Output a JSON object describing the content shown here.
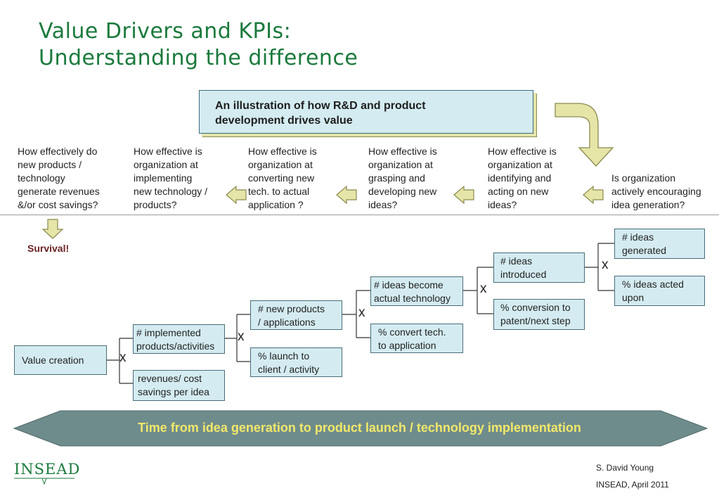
{
  "title": {
    "line1": "Value Drivers and KPIs:",
    "line2": "Understanding the difference"
  },
  "callout": {
    "line1": "An illustration of how R&D and product",
    "line2": "development drives value"
  },
  "questions": [
    [
      "How effectively do",
      "new products /",
      "technology",
      "generate revenues",
      "&/or cost savings?"
    ],
    [
      "How effective is",
      "organization at",
      "implementing",
      "new technology /",
      "products?"
    ],
    [
      "How effective is",
      "organization at",
      "converting new",
      "tech. to actual",
      "application ?"
    ],
    [
      "How effective is",
      "organization at",
      "grasping and",
      "developing new",
      "ideas?"
    ],
    [
      "How effective is",
      "organization at",
      "identifying and",
      "acting on new",
      "ideas?"
    ],
    [
      "Is organization",
      "actively encouraging",
      "idea generation?"
    ]
  ],
  "survival": "Survival!",
  "tree": {
    "root": "Value creation",
    "l1a": [
      "# implemented",
      "products/activities"
    ],
    "l1b": [
      "revenues/ cost",
      "savings per idea"
    ],
    "l2a": [
      "# new products",
      "/ applications"
    ],
    "l2b": [
      "% launch to",
      "client / activity"
    ],
    "l3a": [
      "# ideas become",
      "actual technology"
    ],
    "l3b": [
      "% convert tech.",
      "to application"
    ],
    "l4a": [
      "# ideas",
      "introduced"
    ],
    "l4b": [
      "% conversion to",
      "patent/next step"
    ],
    "l5a": [
      "# ideas",
      "generated"
    ],
    "l5b": [
      "% ideas acted",
      "upon"
    ],
    "operator": "x"
  },
  "banner": "Time from idea generation to product launch / technology implementation",
  "logo": "INSEAD",
  "credit": {
    "author": "S. David Young",
    "source": "INSEAD, April 2011"
  },
  "colors": {
    "title": "#1a7a3c",
    "box_fill": "#d4ecf1",
    "arrow_fill": "#e5e5a8",
    "banner": "#6f8c8c",
    "banner_text": "#f2e86a"
  }
}
